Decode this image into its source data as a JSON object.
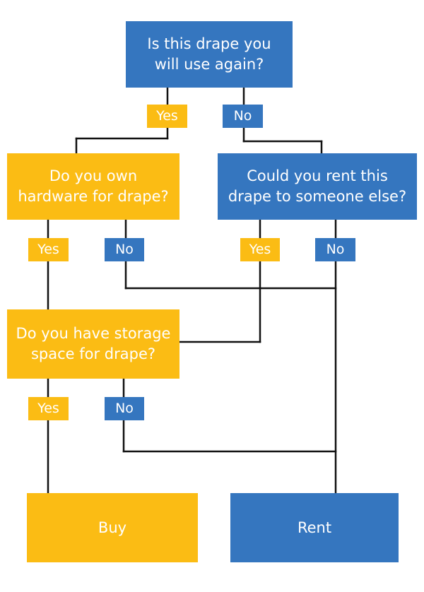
{
  "colors": {
    "yes_branch": "#fbbc14",
    "no_branch": "#3576bf",
    "connector": "#111111"
  },
  "nodes": {
    "q1": "Is this drape you\nwill use again?",
    "q2": "Do you own\nhardware for drape?",
    "q3": "Could you rent this\ndrape to someone else?",
    "q4": "Do you have storage\nspace for drape?",
    "buy": "Buy",
    "rent": "Rent"
  },
  "labels": {
    "yes": "Yes",
    "no": "No"
  }
}
